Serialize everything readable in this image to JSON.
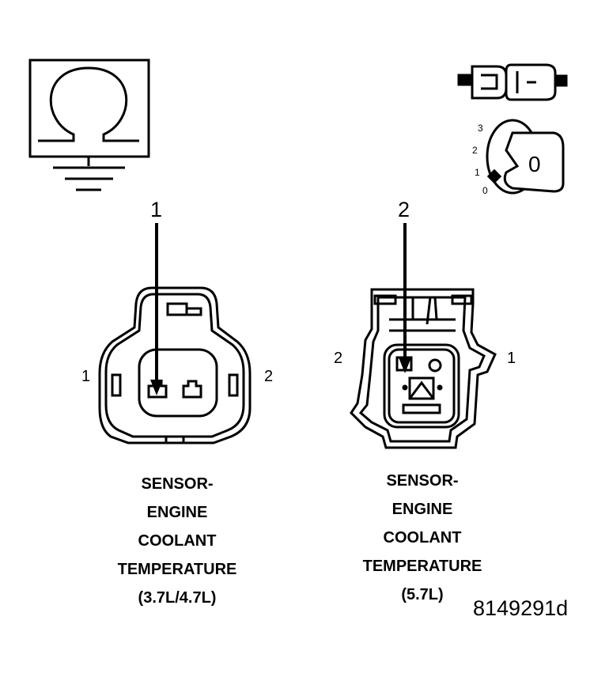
{
  "icons": {
    "resistance_symbol": "omega-ground-icon",
    "disconnect_symbol": "connector-disconnect-icon",
    "ignition_symbol": "ignition-key-off-icon"
  },
  "ignition": {
    "positions": [
      "3",
      "2",
      "1",
      "0"
    ],
    "key_label": "0"
  },
  "left_connector": {
    "callout": "1",
    "pin_left": "1",
    "pin_right": "2",
    "caption": [
      "SENSOR-",
      "ENGINE",
      "COOLANT",
      "TEMPERATURE",
      "(3.7L/4.7L)"
    ]
  },
  "right_connector": {
    "callout": "2",
    "pin_left": "2",
    "pin_right": "1",
    "caption": [
      "SENSOR-",
      "ENGINE",
      "COOLANT",
      "TEMPERATURE",
      "(5.7L)"
    ]
  },
  "figure_id": "8149291d"
}
